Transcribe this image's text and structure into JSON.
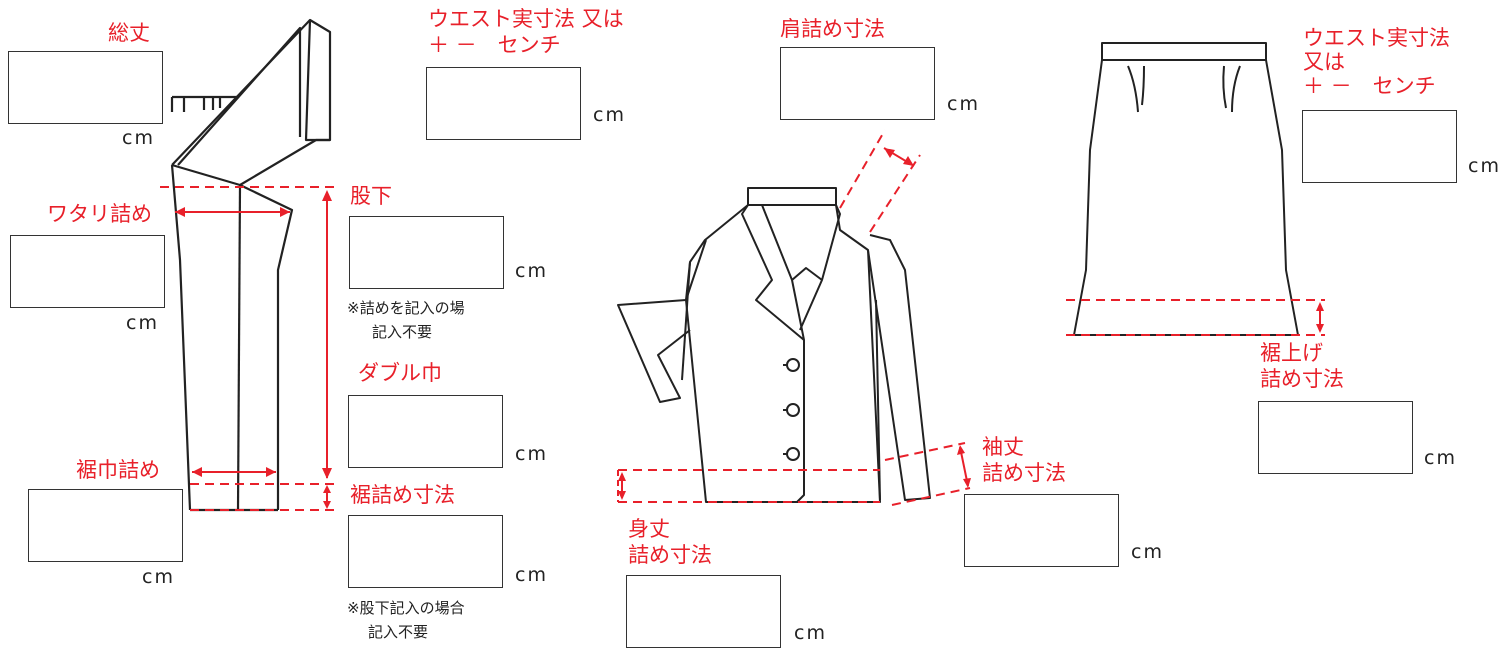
{
  "colors": {
    "accent_red": "#e8202a",
    "line": "#222222"
  },
  "pants": {
    "total_length_label": "総丈",
    "waist_label_line1": "ウエスト実寸法 又は",
    "waist_label_line2": "＋ －　センチ",
    "thigh_label": "ワタリ詰め",
    "inseam_label": "股下",
    "inseam_note_line1": "※詰めを記入の場",
    "inseam_note_line2": "記入不要",
    "double_width_label": "ダブル巾",
    "hem_width_label": "裾巾詰め",
    "hem_label": "裾詰め寸法",
    "hem_note_line1": "※股下記入の場合",
    "hem_note_line2": "記入不要"
  },
  "jacket": {
    "shoulder_label": "肩詰め寸法",
    "sleeve_label_line1": "袖丈",
    "sleeve_label_line2": "詰め寸法",
    "body_label_line1": "身丈",
    "body_label_line2": "詰め寸法"
  },
  "skirt": {
    "waist_label_line1": "ウエスト実寸法",
    "waist_label_line2": "又は",
    "waist_label_line3": "＋ －　センチ",
    "hem_label_line1": "裾上げ",
    "hem_label_line2": "詰め寸法"
  },
  "unit": "cm"
}
